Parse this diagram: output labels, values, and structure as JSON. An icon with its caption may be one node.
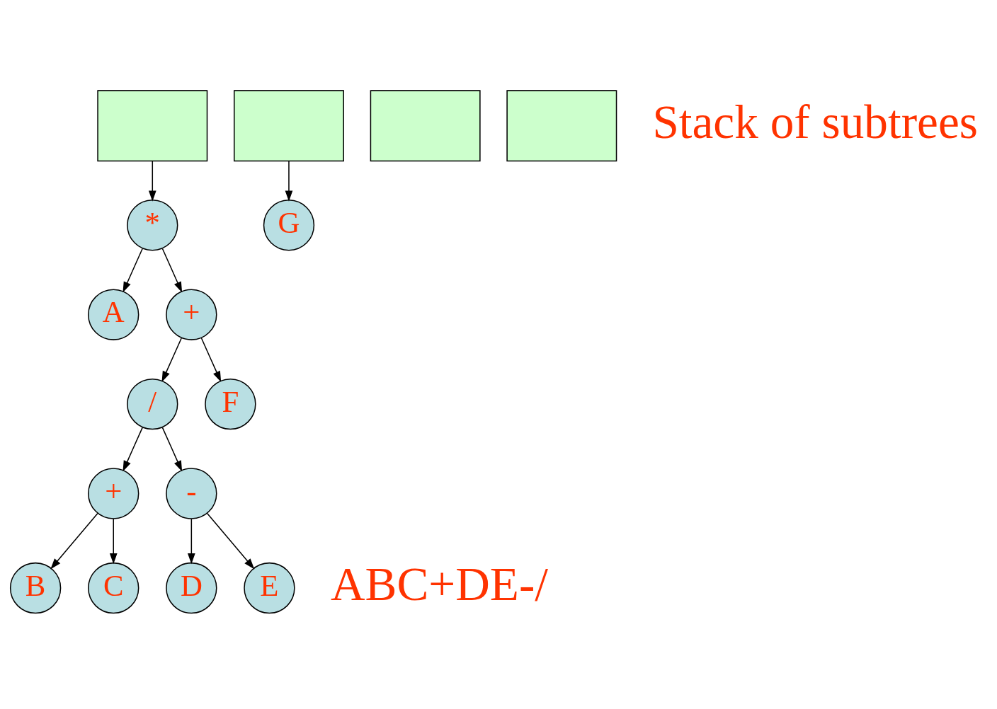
{
  "diagram": {
    "nodes": [
      {
        "text": [],
        "shape": "box"
      },
      {
        "text": [],
        "shape": "box"
      },
      {
        "text": [],
        "shape": "box"
      },
      {
        "text": [],
        "shape": "box"
      },
      {
        "text": [
          "*"
        ]
      },
      {
        "text": [
          "G"
        ]
      },
      {
        "text": [
          "A"
        ]
      },
      {
        "text": [
          "+"
        ]
      },
      {
        "text": [
          "/"
        ]
      },
      {
        "text": [
          "F"
        ]
      },
      {
        "text": [
          "+"
        ]
      },
      {
        "text": [
          "-"
        ]
      },
      {
        "text": [
          "B"
        ]
      },
      {
        "text": [
          "C"
        ]
      },
      {
        "text": [
          "D"
        ]
      },
      {
        "text": [
          "E"
        ]
      }
    ],
    "edges": [
      {
        "from": 0,
        "to": 4,
        "arrow": "to"
      },
      {
        "from": 1,
        "to": 5,
        "arrow": "to"
      },
      {
        "from": 4,
        "to": 6,
        "arrow": "to"
      },
      {
        "from": 4,
        "to": 7,
        "arrow": "to"
      },
      {
        "from": 7,
        "to": 8,
        "arrow": "to"
      },
      {
        "from": 7,
        "to": 9,
        "arrow": "to"
      },
      {
        "from": 8,
        "to": 10,
        "arrow": "to"
      },
      {
        "from": 8,
        "to": 11,
        "arrow": "to"
      },
      {
        "from": 10,
        "to": 12,
        "arrow": "to"
      },
      {
        "from": 10,
        "to": 13,
        "arrow": "to"
      },
      {
        "from": 11,
        "to": 14,
        "arrow": "to"
      },
      {
        "from": 11,
        "to": 15,
        "arrow": "to"
      }
    ],
    "labels": [
      "Stack of subtrees",
      "ABC+DE-/"
    ]
  }
}
